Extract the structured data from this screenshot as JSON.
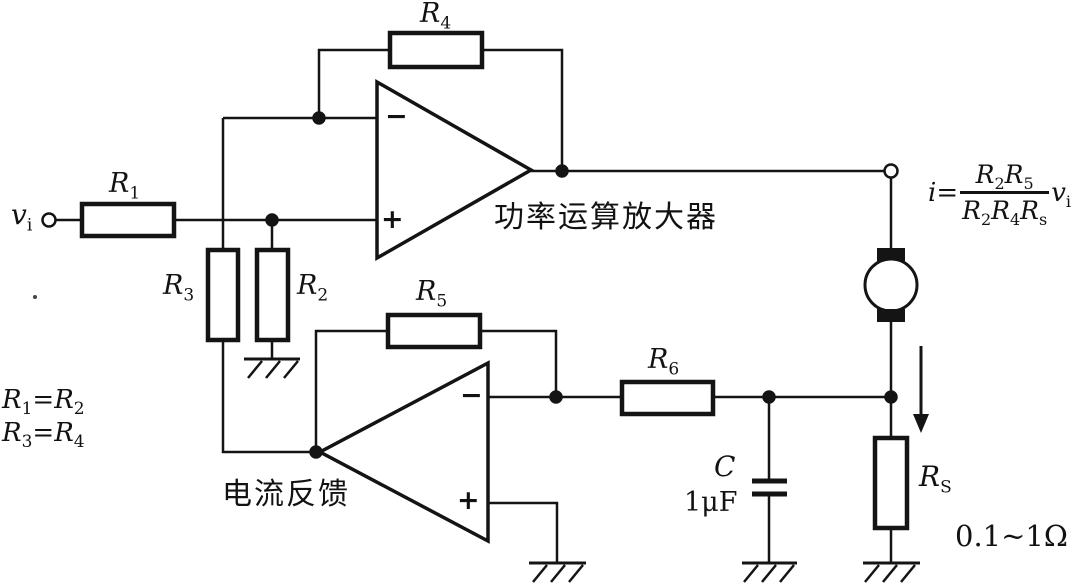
{
  "labels": {
    "input": {
      "b": "v",
      "s": "i"
    },
    "r1": {
      "b": "R",
      "s": "1"
    },
    "r2": {
      "b": "R",
      "s": "2"
    },
    "r3": {
      "b": "R",
      "s": "3"
    },
    "r4": {
      "b": "R",
      "s": "4"
    },
    "r5": {
      "b": "R",
      "s": "5"
    },
    "r6": {
      "b": "R",
      "s": "6"
    },
    "rs": {
      "b": "R",
      "s": "S"
    },
    "cap_name": "C",
    "cap_value": "1μF",
    "rs_range": "0.1~1Ω",
    "opamp1_name": "功率运算放大器",
    "opamp2_name": "电流反馈",
    "opamp_minus": "−",
    "opamp_plus": "+"
  },
  "equalities": [
    {
      "lb": "R",
      "ls": "1",
      "op": "=",
      "rb": "R",
      "rs": "2"
    },
    {
      "lb": "R",
      "ls": "3",
      "op": "=",
      "rb": "R",
      "rs": "4"
    }
  ],
  "formula": {
    "lhs_var": "i",
    "eq": "=",
    "num": [
      {
        "b": "R",
        "s": "2"
      },
      {
        "b": "R",
        "s": "5"
      }
    ],
    "den": [
      {
        "b": "R",
        "s": "2"
      },
      {
        "b": "R",
        "s": "4"
      },
      {
        "b": "R",
        "s": "s"
      }
    ],
    "rhs": {
      "b": "v",
      "s": "i"
    }
  }
}
